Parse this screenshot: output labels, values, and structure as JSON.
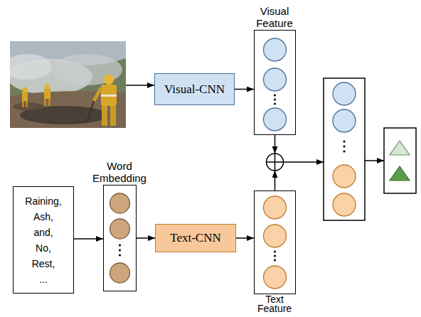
{
  "diagram": {
    "nodes": [
      {
        "text": [
          "Visual-CNN"
        ]
      },
      {
        "text": [
          "Visual Feature"
        ]
      },
      {
        "text": [
          "Raining, Ash, and, No, Rest, ..."
        ]
      },
      {
        "text": [
          "Word Embedding"
        ]
      },
      {
        "text": [
          "Text-CNN"
        ]
      },
      {
        "text": [
          "Text Feature"
        ]
      }
    ],
    "edges": [
      {
        "from": 0,
        "to": 1,
        "arrow": "to"
      },
      {
        "from": 2,
        "to": 3,
        "arrow": "to"
      },
      {
        "from": 3,
        "to": 4,
        "arrow": "to"
      },
      {
        "from": 4,
        "to": 5,
        "arrow": "to"
      }
    ]
  }
}
